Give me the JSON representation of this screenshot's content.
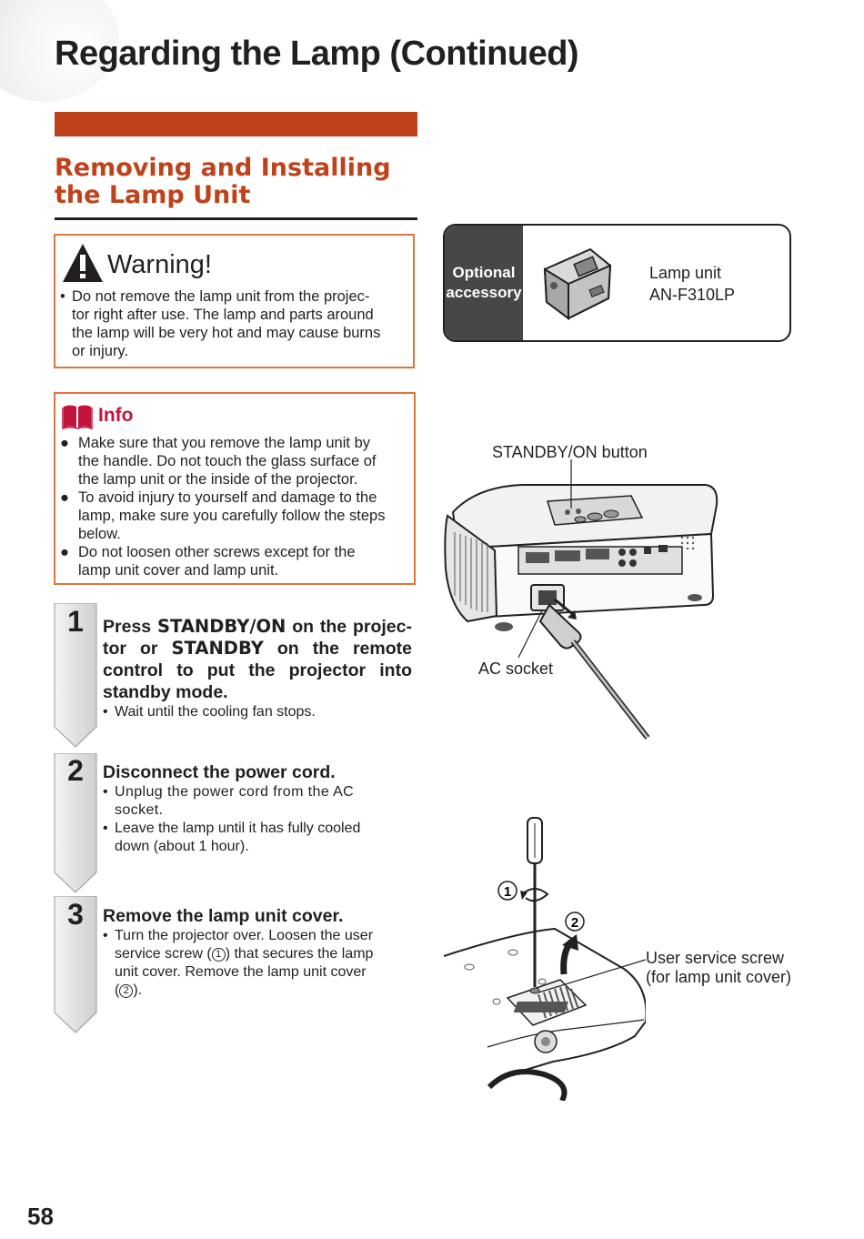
{
  "page": {
    "title": "Regarding the Lamp (Continued)",
    "number": "58"
  },
  "section": {
    "title_line1": "Removing and Installing",
    "title_line2": "the Lamp Unit"
  },
  "warning": {
    "title": "Warning!",
    "bullet": "•",
    "lines": [
      "Do not remove the lamp unit from the projec-",
      "tor right after use. The lamp and parts around",
      "the lamp will be very hot and may cause burns",
      "or injury."
    ]
  },
  "info": {
    "title": "Info",
    "items": [
      [
        "Make sure that you remove the lamp unit by",
        "the handle. Do not touch the glass surface of",
        "the lamp unit or the inside of the projector."
      ],
      [
        "To avoid injury to yourself and damage to the",
        "lamp, make sure you carefully follow the steps",
        "below."
      ],
      [
        "Do not loosen other screws except for the",
        "lamp unit cover and lamp unit."
      ]
    ]
  },
  "accessory": {
    "tag_line1": "Optional",
    "tag_line2": "accessory",
    "name": "Lamp unit",
    "model": "AN-F310LP"
  },
  "steps": [
    {
      "num": "1",
      "head_l1_pre": "Press ",
      "head_l1_bold": "STANDBY/ON",
      "head_l1_post": " on the projec-",
      "head_l2_pre": "tor or ",
      "head_l2_bold": "STANDBY",
      "head_l2_post": " on the remote",
      "head_l3": "control to put the projector into",
      "head_l4": "standby mode.",
      "note": "Wait until the cooling fan stops."
    },
    {
      "num": "2",
      "head": "Disconnect the power cord.",
      "notes": [
        [
          "Unplug the power cord from the AC",
          "socket."
        ],
        [
          "Leave the lamp until it has fully cooled",
          "down (about 1 hour)."
        ]
      ]
    },
    {
      "num": "3",
      "head": "Remove the lamp unit cover.",
      "l1": "Turn the projector over. Loosen the user",
      "l2_pre": "service screw (",
      "l2_circ": "1",
      "l2_post": ") that secures the lamp",
      "l3": "unit cover. Remove the lamp unit cover",
      "l4_pre": "(",
      "l4_circ": "2",
      "l4_post": ")."
    }
  ],
  "figure_labels": {
    "standby_button": "STANDBY/ON button",
    "ac_socket": "AC socket",
    "screw_l1": "User service screw",
    "screw_l2": "(for lamp unit cover)",
    "marker1": "1",
    "marker2": "2"
  },
  "colors": {
    "accent": "#c0421a",
    "box_border": "#e2733d",
    "info_title": "#c0143c",
    "accessory_tag": "#474747"
  }
}
